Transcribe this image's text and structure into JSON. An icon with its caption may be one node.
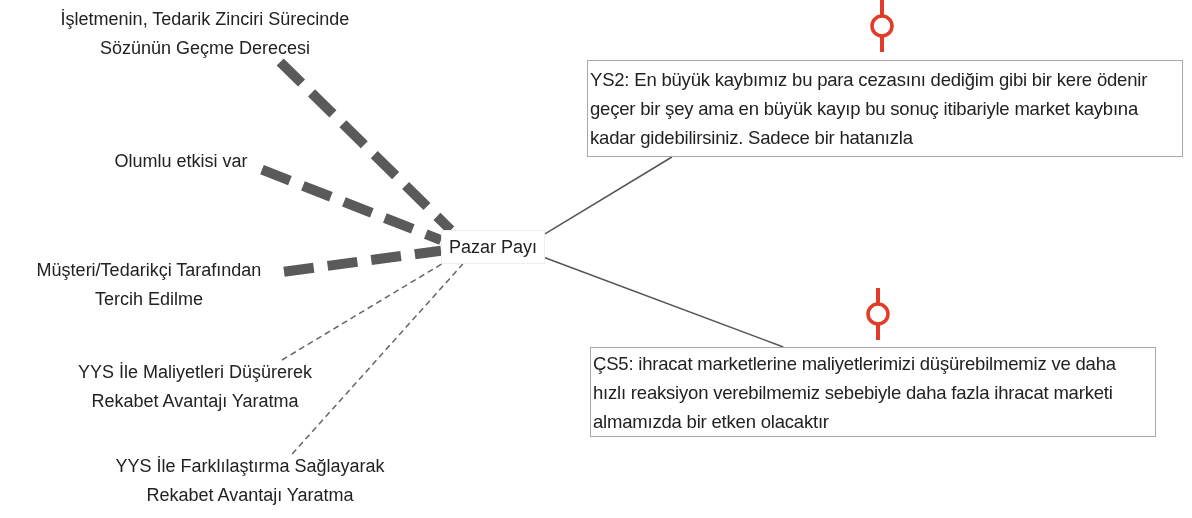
{
  "diagram": {
    "nodes": [
      {
        "text": [
          "İşletmenin, Tedarik Zinciri Sürecinde Sözünün Geçme Derecesi"
        ]
      },
      {
        "text": [
          "Olumlu etkisi var"
        ]
      },
      {
        "text": [
          "Müşteri/Tedarikçi Tarafından Tercih Edilme"
        ]
      },
      {
        "text": [
          "YYS İle Maliyetleri Düşürerek Rekabet Avantajı Yaratma"
        ]
      },
      {
        "text": [
          "YYS İle Farklılaştırma Sağlayarak Rekabet Avantajı Yaratma"
        ]
      },
      {
        "text": [
          "Pazar Payı"
        ]
      },
      {
        "text": [
          "YS2: En büyük kaybımız bu para cezasını dediğim gibi bir kere ödenir geçer bir şey ama en büyük kayıp bu sonuç itibariyle market kaybına kadar gidebilirsiniz. Sadece bir hatanızla"
        ]
      },
      {
        "text": [
          "ÇS5: ihracat marketlerine maliyetlerimizi düşürebilmemiz ve daha hızlı reaksiyon verebilmemiz sebebiyle daha fazla ihracat marketi almamızda bir etken olacaktır"
        ]
      }
    ],
    "edges": [
      {
        "from": 0,
        "to": 5,
        "arrow": "none",
        "style": "dashed"
      },
      {
        "from": 1,
        "to": 5,
        "arrow": "none",
        "style": "dashed"
      },
      {
        "from": 2,
        "to": 5,
        "arrow": "none",
        "style": "dashed"
      },
      {
        "from": 3,
        "to": 5,
        "arrow": "none",
        "style": "dashed"
      },
      {
        "from": 4,
        "to": 5,
        "arrow": "none",
        "style": "dashed"
      },
      {
        "from": 5,
        "to": 6,
        "arrow": "none"
      },
      {
        "from": 5,
        "to": 7,
        "arrow": "none"
      }
    ]
  }
}
